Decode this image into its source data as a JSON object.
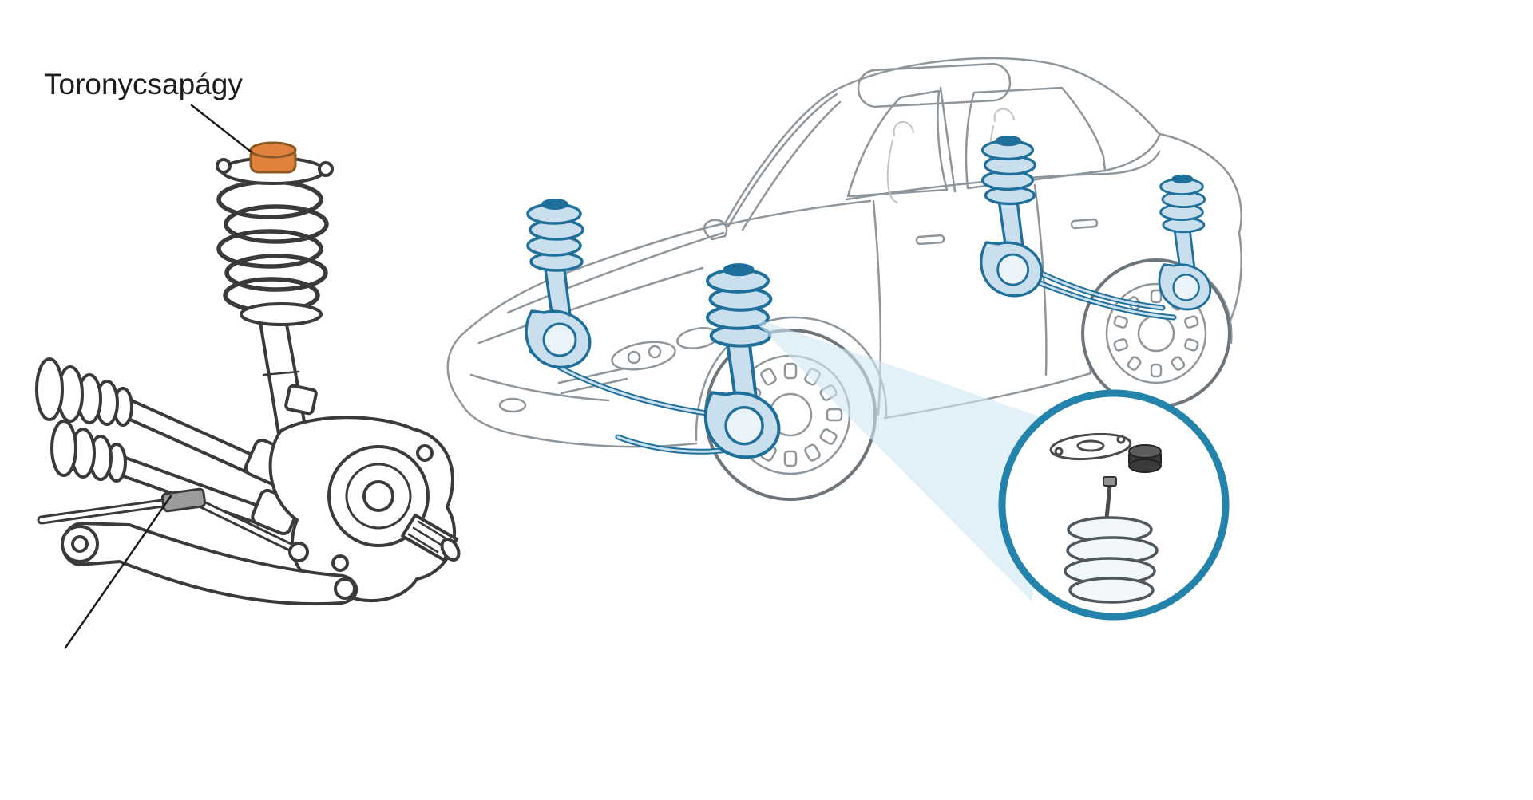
{
  "annotation": {
    "label": "Toronycsapágy"
  },
  "colors": {
    "page_bg": "#ffffff",
    "outline": "#3a3a3a",
    "car_outline": "#8f969b",
    "highlight_orange": "#e0823c",
    "highlight_orange_dark": "#8a5a22",
    "part_blue_fill": "#c9dfee",
    "part_blue_stroke": "#1f6f9b",
    "beam_blue": "#cfe6f3",
    "inset_ring": "#2383ab",
    "bearing_dark": "#3a3a3a",
    "metal_gray": "#9c9c9c"
  },
  "parts": {
    "left_illustration": "front-strut-and-drivetrain-assembly",
    "highlighted_part": "strut-top-mount-bearing",
    "right_illustration": "sedan-with-suspension-struts",
    "inset": "strut-mount-bearing-detail"
  }
}
